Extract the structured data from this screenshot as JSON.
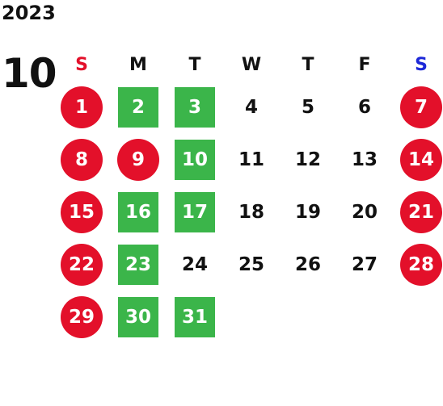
{
  "calendar": {
    "year": "2023",
    "month": "10",
    "weekdays": [
      {
        "label": "S",
        "color": "#e3102a"
      },
      {
        "label": "M",
        "color": "#111111"
      },
      {
        "label": "T",
        "color": "#111111"
      },
      {
        "label": "W",
        "color": "#111111"
      },
      {
        "label": "T",
        "color": "#111111"
      },
      {
        "label": "F",
        "color": "#111111"
      },
      {
        "label": "S",
        "color": "#1d28d8"
      }
    ],
    "colors": {
      "holiday": "#e3102a",
      "open": "#3bb54a"
    },
    "weeks": [
      [
        {
          "d": "1",
          "s": "holiday"
        },
        {
          "d": "2",
          "s": "open"
        },
        {
          "d": "3",
          "s": "open"
        },
        {
          "d": "4",
          "s": "normal"
        },
        {
          "d": "5",
          "s": "normal"
        },
        {
          "d": "6",
          "s": "normal"
        },
        {
          "d": "7",
          "s": "holiday"
        }
      ],
      [
        {
          "d": "8",
          "s": "holiday"
        },
        {
          "d": "9",
          "s": "holiday"
        },
        {
          "d": "10",
          "s": "open"
        },
        {
          "d": "11",
          "s": "normal"
        },
        {
          "d": "12",
          "s": "normal"
        },
        {
          "d": "13",
          "s": "normal"
        },
        {
          "d": "14",
          "s": "holiday"
        }
      ],
      [
        {
          "d": "15",
          "s": "holiday"
        },
        {
          "d": "16",
          "s": "open"
        },
        {
          "d": "17",
          "s": "open"
        },
        {
          "d": "18",
          "s": "normal"
        },
        {
          "d": "19",
          "s": "normal"
        },
        {
          "d": "20",
          "s": "normal"
        },
        {
          "d": "21",
          "s": "holiday"
        }
      ],
      [
        {
          "d": "22",
          "s": "holiday"
        },
        {
          "d": "23",
          "s": "open"
        },
        {
          "d": "24",
          "s": "normal"
        },
        {
          "d": "25",
          "s": "normal"
        },
        {
          "d": "26",
          "s": "normal"
        },
        {
          "d": "27",
          "s": "normal"
        },
        {
          "d": "28",
          "s": "holiday"
        }
      ],
      [
        {
          "d": "29",
          "s": "holiday"
        },
        {
          "d": "30",
          "s": "open"
        },
        {
          "d": "31",
          "s": "open"
        },
        {
          "d": "",
          "s": "empty"
        },
        {
          "d": "",
          "s": "empty"
        },
        {
          "d": "",
          "s": "empty"
        },
        {
          "d": "",
          "s": "empty"
        }
      ]
    ]
  }
}
